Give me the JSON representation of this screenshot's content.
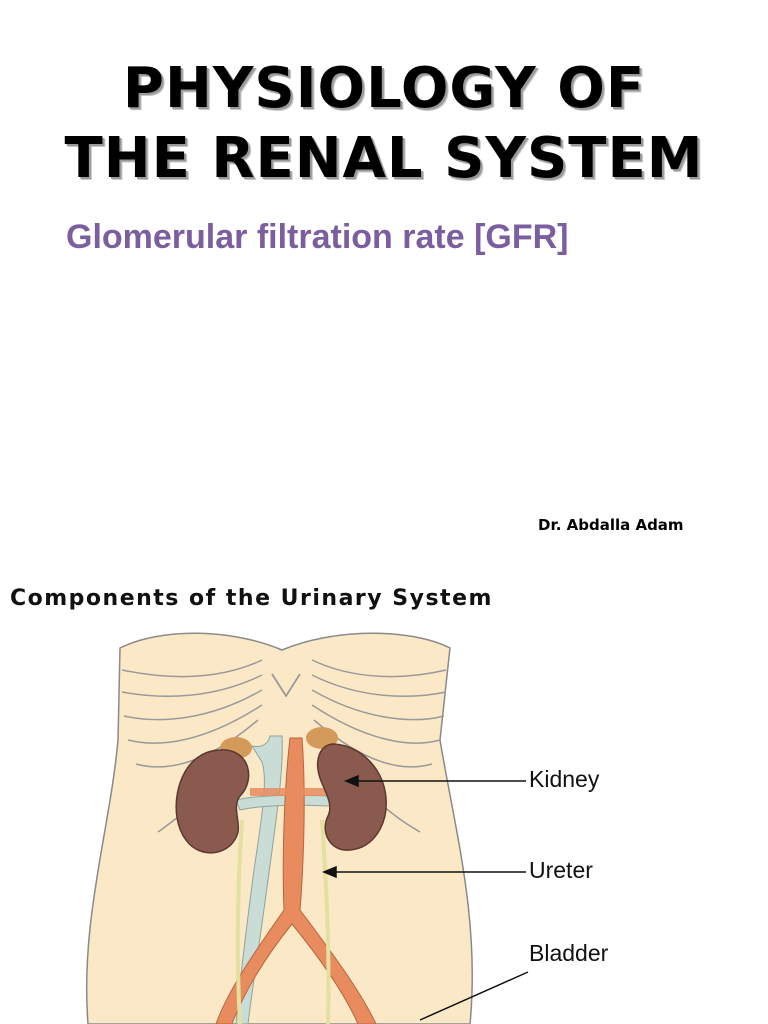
{
  "title": {
    "line1": "PHYSIOLOGY OF",
    "line2": "THE RENAL SYSTEM"
  },
  "subtitle": "Glomerular filtration rate [GFR]",
  "author": "Dr. Abdalla Adam",
  "figure": {
    "title": "Components of the Urinary System",
    "labels": {
      "kidney": "Kidney",
      "ureter": "Ureter",
      "bladder": "Bladder"
    }
  },
  "colors": {
    "title": "#000000",
    "subtitle": "#7a5ea0",
    "body_skin": "#fbe8c6",
    "kidney": "#8b5a4e",
    "adrenal": "#d49a5a",
    "vein": "#c9dcd6",
    "artery": "#e88b5f"
  }
}
